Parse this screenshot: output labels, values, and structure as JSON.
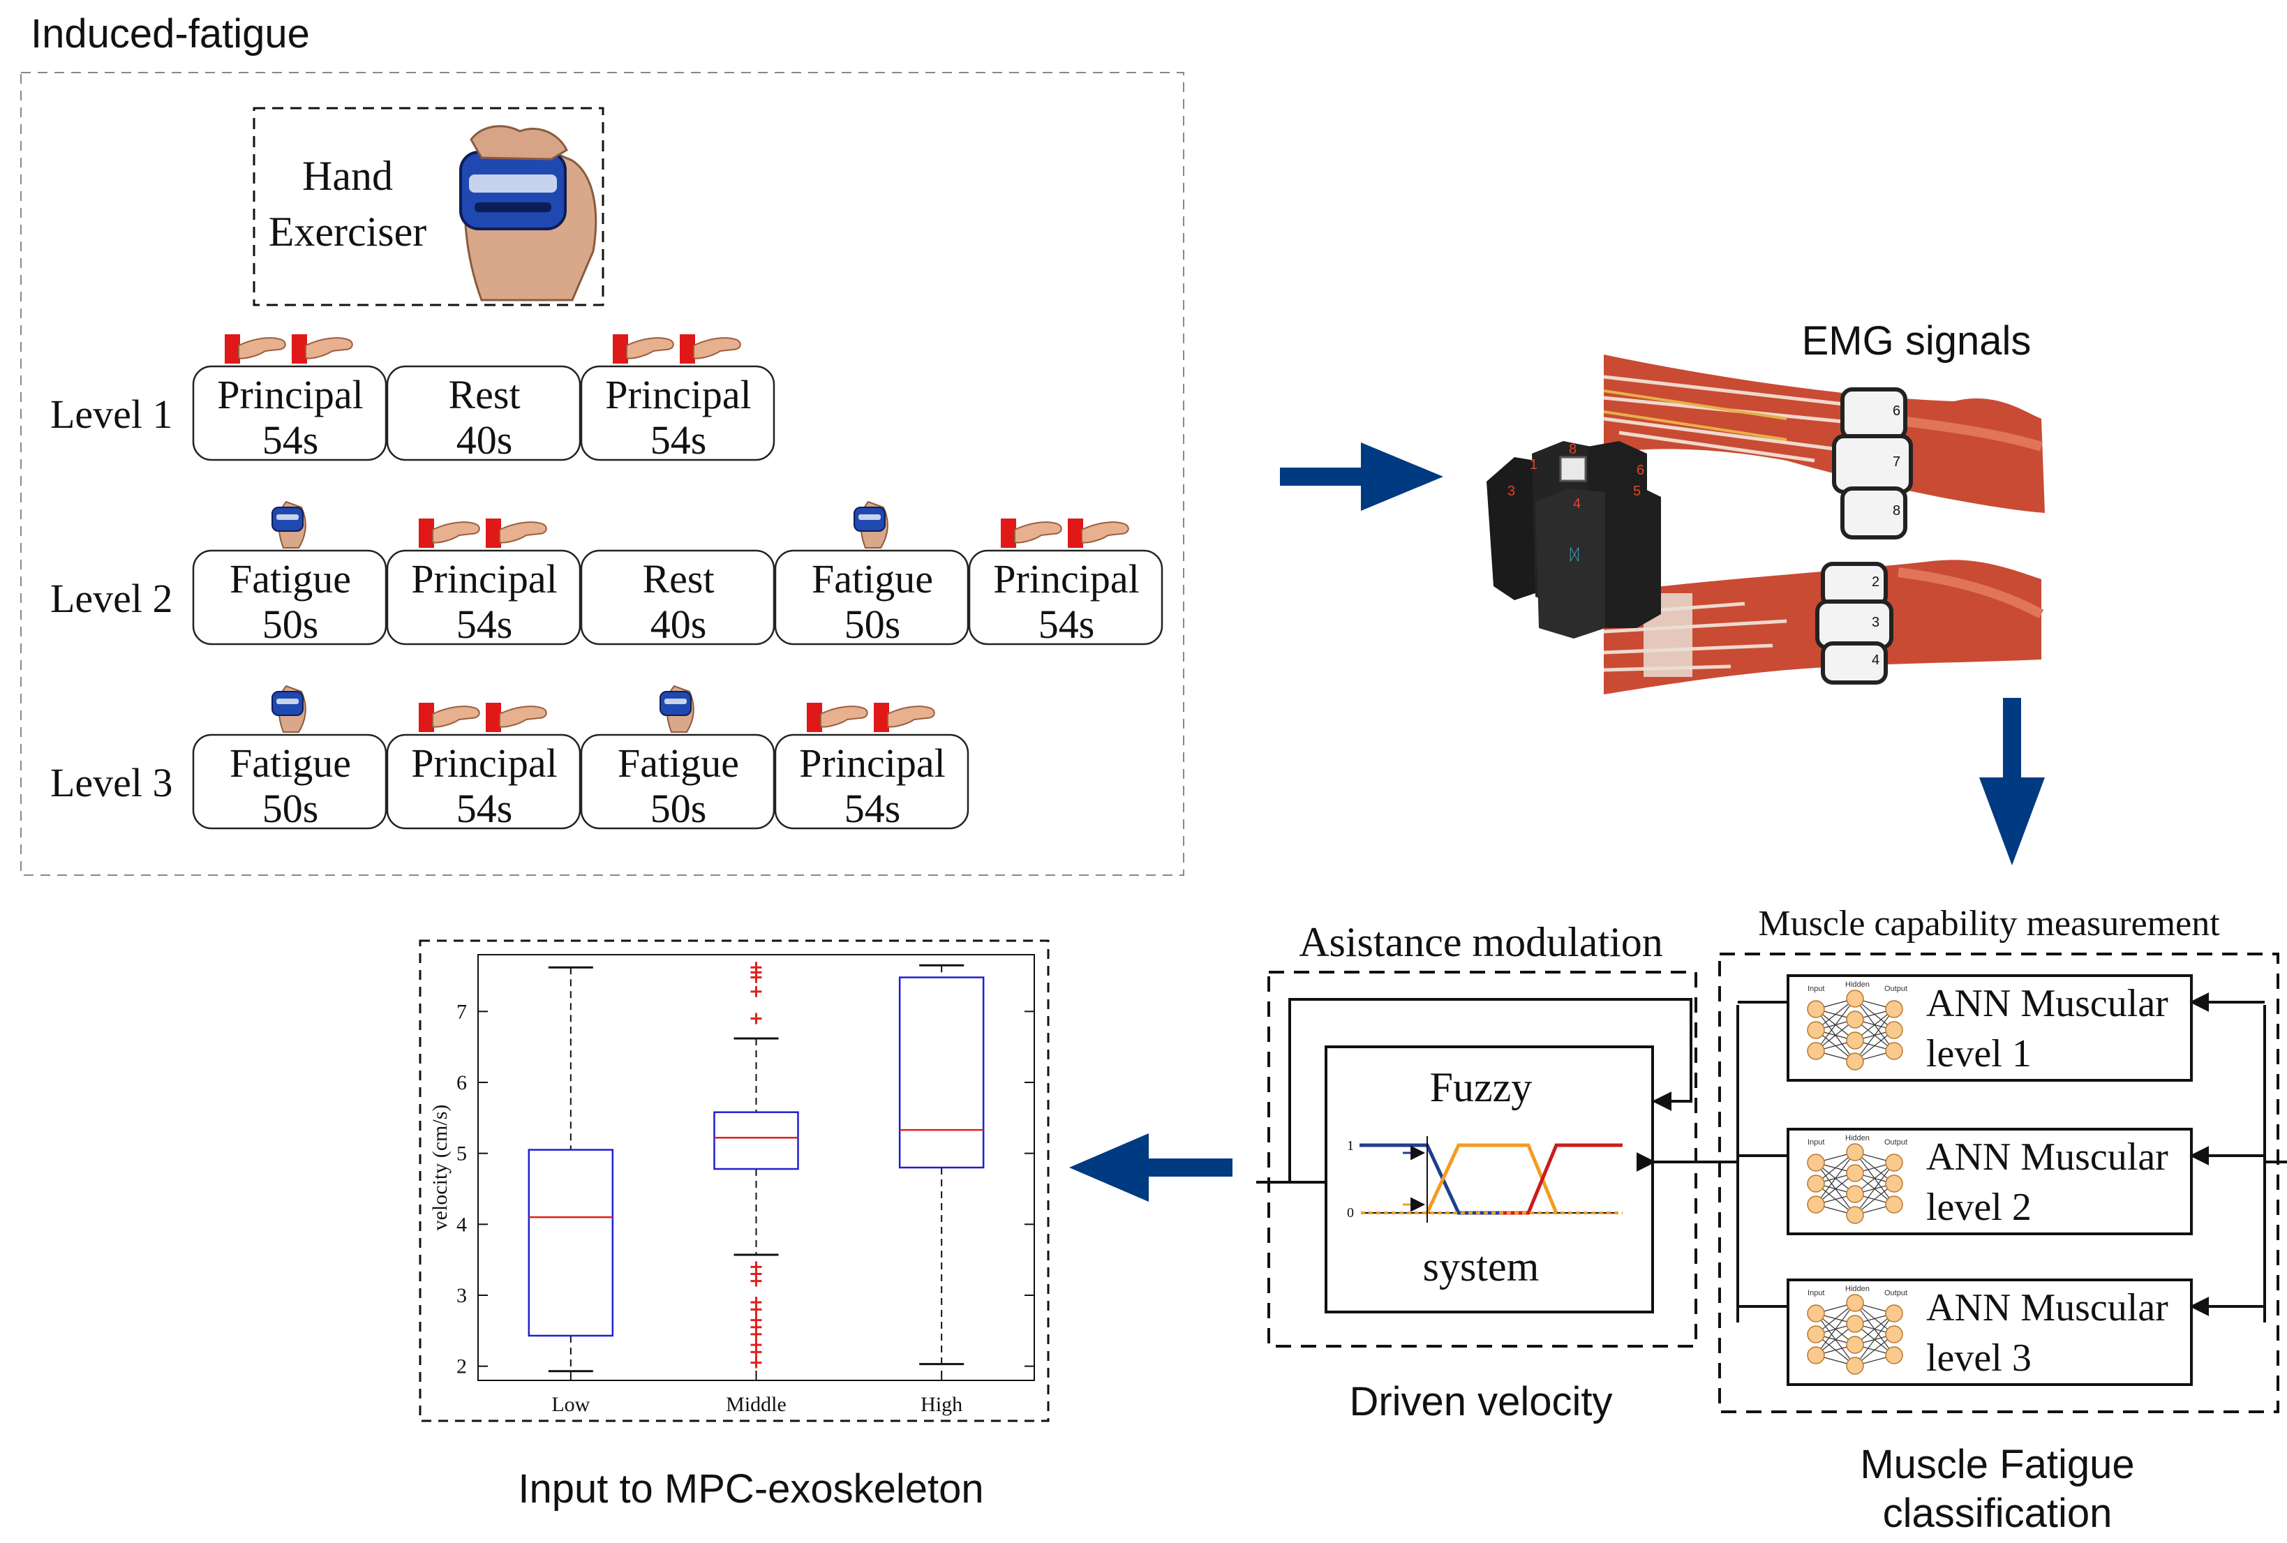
{
  "colors": {
    "arrow": "#003a80",
    "box_blue": "#1f1fd0",
    "median_red": "#e0201c",
    "outlier_red": "#e0201c",
    "neuron": "#f9c98d",
    "fuzzy_blue": "#1d3f8f",
    "fuzzy_orange": "#f39b22",
    "fuzzy_red": "#cc1b1b"
  },
  "induced_fatigue": {
    "title": "Induced-fatigue",
    "exerciser": {
      "line1": "Hand",
      "line2": "Exerciser"
    },
    "levels": [
      {
        "label": "Level 1",
        "blocks": [
          {
            "name": "Principal",
            "duration": "54s",
            "icon": "pinch-grip-icon"
          },
          {
            "name": "Rest",
            "duration": "40s",
            "icon": "none"
          },
          {
            "name": "Principal",
            "duration": "54s",
            "icon": "pinch-grip-icon"
          }
        ]
      },
      {
        "label": "Level 2",
        "blocks": [
          {
            "name": "Fatigue",
            "duration": "50s",
            "icon": "hand-gripper-icon"
          },
          {
            "name": "Principal",
            "duration": "54s",
            "icon": "pinch-grip-icon"
          },
          {
            "name": "Rest",
            "duration": "40s",
            "icon": "none"
          },
          {
            "name": "Fatigue",
            "duration": "50s",
            "icon": "hand-gripper-icon"
          },
          {
            "name": "Principal",
            "duration": "54s",
            "icon": "pinch-grip-icon"
          }
        ]
      },
      {
        "label": "Level 3",
        "blocks": [
          {
            "name": "Fatigue",
            "duration": "50s",
            "icon": "hand-gripper-icon"
          },
          {
            "name": "Principal",
            "duration": "54s",
            "icon": "pinch-grip-icon"
          },
          {
            "name": "Fatigue",
            "duration": "50s",
            "icon": "hand-gripper-icon"
          },
          {
            "name": "Principal",
            "duration": "54s",
            "icon": "pinch-grip-icon"
          }
        ]
      }
    ]
  },
  "emg": {
    "title": "EMG signals",
    "armband_numbers": [
      "6",
      "7",
      "8",
      "2",
      "3",
      "4"
    ],
    "device_numbers": [
      "1",
      "8",
      "6",
      "3",
      "4",
      "5"
    ]
  },
  "assistance": {
    "title": "Asistance modulation",
    "fuzzy_line1": "Fuzzy",
    "fuzzy_line2": "system",
    "tick_1": "1",
    "tick_0": "0",
    "caption": "Driven velocity"
  },
  "muscle_capability": {
    "title": "Muscle capability measurement",
    "nn_labels": {
      "input": "Input",
      "hidden": "Hidden",
      "output": "Output"
    },
    "anns": [
      {
        "line1": "ANN Muscular",
        "line2": "level 1"
      },
      {
        "line1": "ANN Muscular",
        "line2": "level 2"
      },
      {
        "line1": "ANN Muscular",
        "line2": "level 3"
      }
    ],
    "caption_line1": "Muscle Fatigue",
    "caption_line2": "classification"
  },
  "chart_data": {
    "type": "box",
    "ylabel": "velocity (cm/s)",
    "xlabel": "",
    "categories": [
      "Low",
      "Middle",
      "High"
    ],
    "ylim": [
      1.8,
      7.8
    ],
    "yticks": [
      2,
      3,
      4,
      5,
      6,
      7
    ],
    "boxes": [
      {
        "category": "Low",
        "whisker_low": 1.93,
        "q1": 2.43,
        "median": 4.1,
        "q3": 5.05,
        "whisker_high": 7.62,
        "outliers": []
      },
      {
        "category": "Middle",
        "whisker_low": 3.57,
        "q1": 4.78,
        "median": 5.22,
        "q3": 5.58,
        "whisker_high": 6.62,
        "outliers": [
          7.62,
          7.55,
          7.48,
          7.28,
          6.9,
          3.4,
          3.3,
          3.2,
          2.9,
          2.8,
          2.65,
          2.55,
          2.45,
          2.3,
          2.2,
          2.05
        ]
      },
      {
        "category": "High",
        "whisker_low": 2.03,
        "q1": 4.8,
        "median": 5.33,
        "q3": 7.48,
        "whisker_high": 7.65,
        "outliers": []
      }
    ],
    "caption": "Input to MPC-exoskeleton"
  }
}
